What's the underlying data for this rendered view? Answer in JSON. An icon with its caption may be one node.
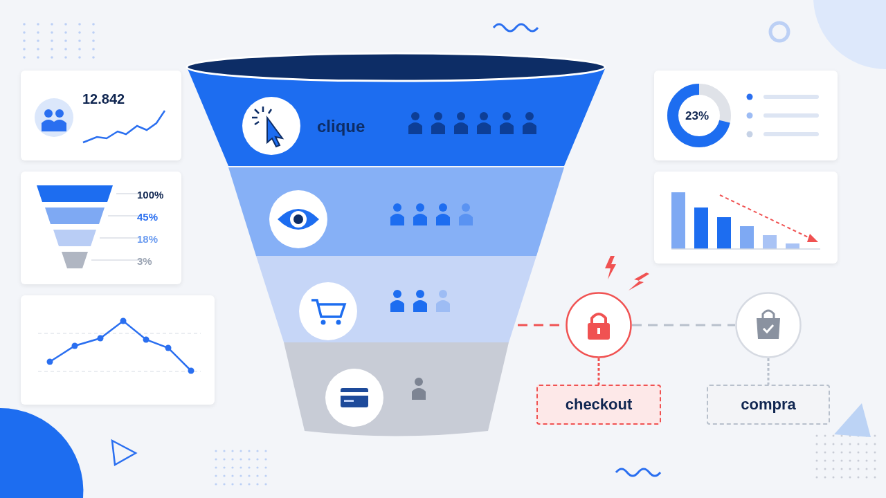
{
  "diagram": {
    "nodes": [
      {
        "text": [
          "clique"
        ]
      },
      {
        "text": [],
        "shape": "band"
      },
      {
        "text": [],
        "shape": "band"
      },
      {
        "text": [],
        "shape": "band"
      },
      {
        "text": [],
        "shape": "circle"
      },
      {
        "text": [],
        "shape": "circle"
      },
      {
        "text": [
          "checkout"
        ]
      },
      {
        "text": [
          "compra"
        ]
      }
    ],
    "edges": [
      {
        "from": 2,
        "to": 4,
        "arrow": "none",
        "style": "dashed",
        "color": "#f05252"
      },
      {
        "from": 4,
        "to": 5,
        "arrow": "none",
        "style": "dashed",
        "color": "#b8c0cc"
      },
      {
        "from": 4,
        "to": 6,
        "arrow": "none",
        "style": "dashed",
        "color": "#f05252"
      },
      {
        "from": 5,
        "to": 7,
        "arrow": "none",
        "style": "dashed",
        "color": "#b8c0cc"
      }
    ],
    "labels": [
      "12.842",
      "23%",
      "100%",
      "45%",
      "18%",
      "3%"
    ]
  }
}
